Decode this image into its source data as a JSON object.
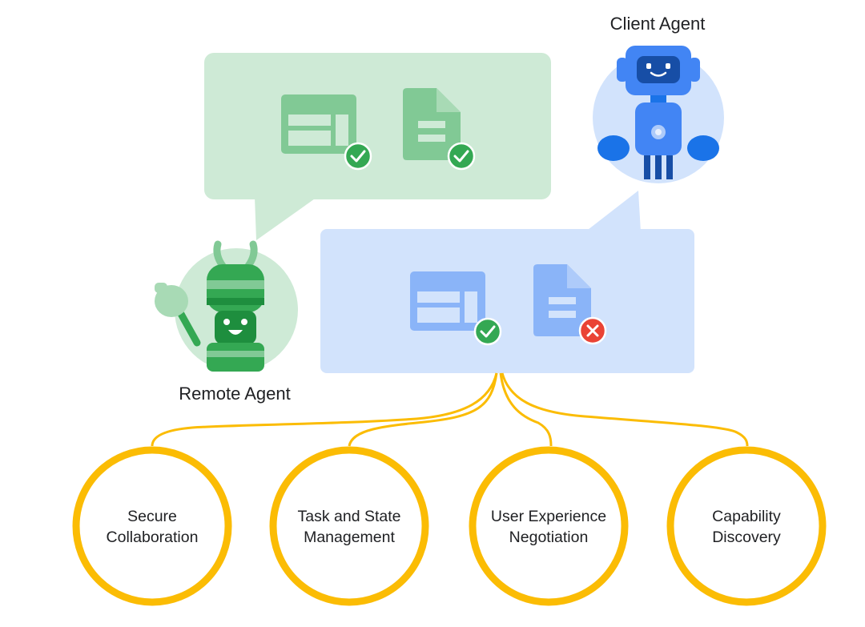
{
  "agents": {
    "client_label": "Client Agent",
    "remote_label": "Remote Agent"
  },
  "bubbles": {
    "remote_bubble": {
      "items": [
        {
          "icon": "table-layout-icon",
          "status": "check-icon"
        },
        {
          "icon": "document-icon",
          "status": "check-icon"
        }
      ]
    },
    "client_bubble": {
      "items": [
        {
          "icon": "table-layout-icon",
          "status": "check-icon"
        },
        {
          "icon": "document-icon",
          "status": "error-x-icon"
        }
      ]
    }
  },
  "capabilities": [
    {
      "line1": "Secure",
      "line2": "Collaboration"
    },
    {
      "line1": "Task and State",
      "line2": "Management"
    },
    {
      "line1": "User Experience",
      "line2": "Negotiation"
    },
    {
      "line1": "Capability",
      "line2": "Discovery"
    }
  ],
  "colors": {
    "green_bubble": "#ceead6",
    "green_icon": "#81c995",
    "blue_bubble": "#d2e3fc",
    "blue_icon": "#8ab4f8",
    "connector_yellow": "#fbbc04",
    "check_green": "#34a853",
    "error_red": "#ea4335"
  }
}
